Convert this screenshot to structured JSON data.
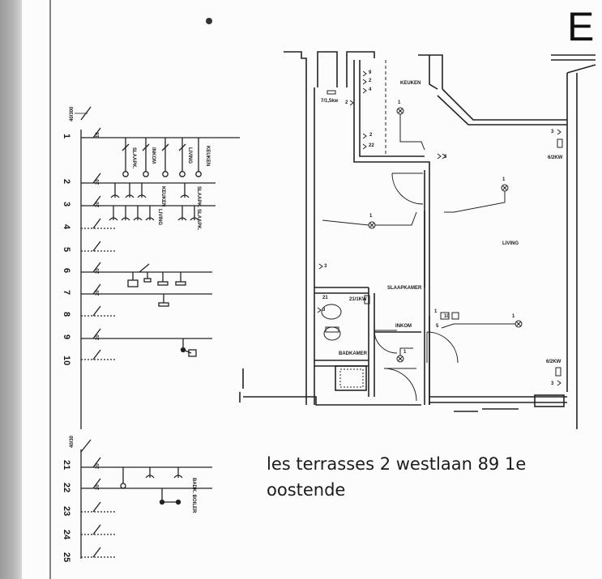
{
  "sheet": {
    "corner_letter": "E",
    "caption": {
      "line1": "les terrasses 2 westlaan 89 1e",
      "line2": "oostende"
    }
  },
  "panel": {
    "main_breaker": "40/300",
    "sub_breaker": "40/30",
    "circuits_top": [
      "1",
      "2",
      "3",
      "4",
      "5",
      "6",
      "7",
      "8",
      "9",
      "10"
    ],
    "circuits_bottom": [
      "21",
      "22",
      "23",
      "24",
      "25"
    ],
    "rating_16": "16",
    "rating_20": "20",
    "labels": {
      "keuken": "KEUKEN",
      "living": "LIVING",
      "inkom": "INKOM",
      "slaapk": "SLAAPK.",
      "bad_boiler": "BADK. BOILER"
    }
  },
  "floorplan": {
    "rooms": {
      "keuken": "KEUKEN",
      "living": "LIVING",
      "slaapkamer": "SLAAPKAMER",
      "inkom": "INKOM",
      "badkamer": "BADKAMER"
    },
    "ratings": {
      "r1": "7/1,5kw",
      "r2": "21/1KW",
      "r3": "6/2KW",
      "r4": "6/2KW"
    },
    "symbol_numbers": {
      "k9": "9",
      "k2": "2",
      "k4": "4",
      "k2b": "2",
      "k22": "22",
      "k1": "1",
      "l1": "1",
      "l3": "3",
      "s1": "1",
      "s3": "3",
      "i21": "21",
      "i3": "3",
      "i5": "5",
      "i1": "1",
      "l1b": "1",
      "l3b": "3",
      "sub10": "10",
      "c2": "2",
      "c3": "3",
      "lv1": "1"
    }
  }
}
